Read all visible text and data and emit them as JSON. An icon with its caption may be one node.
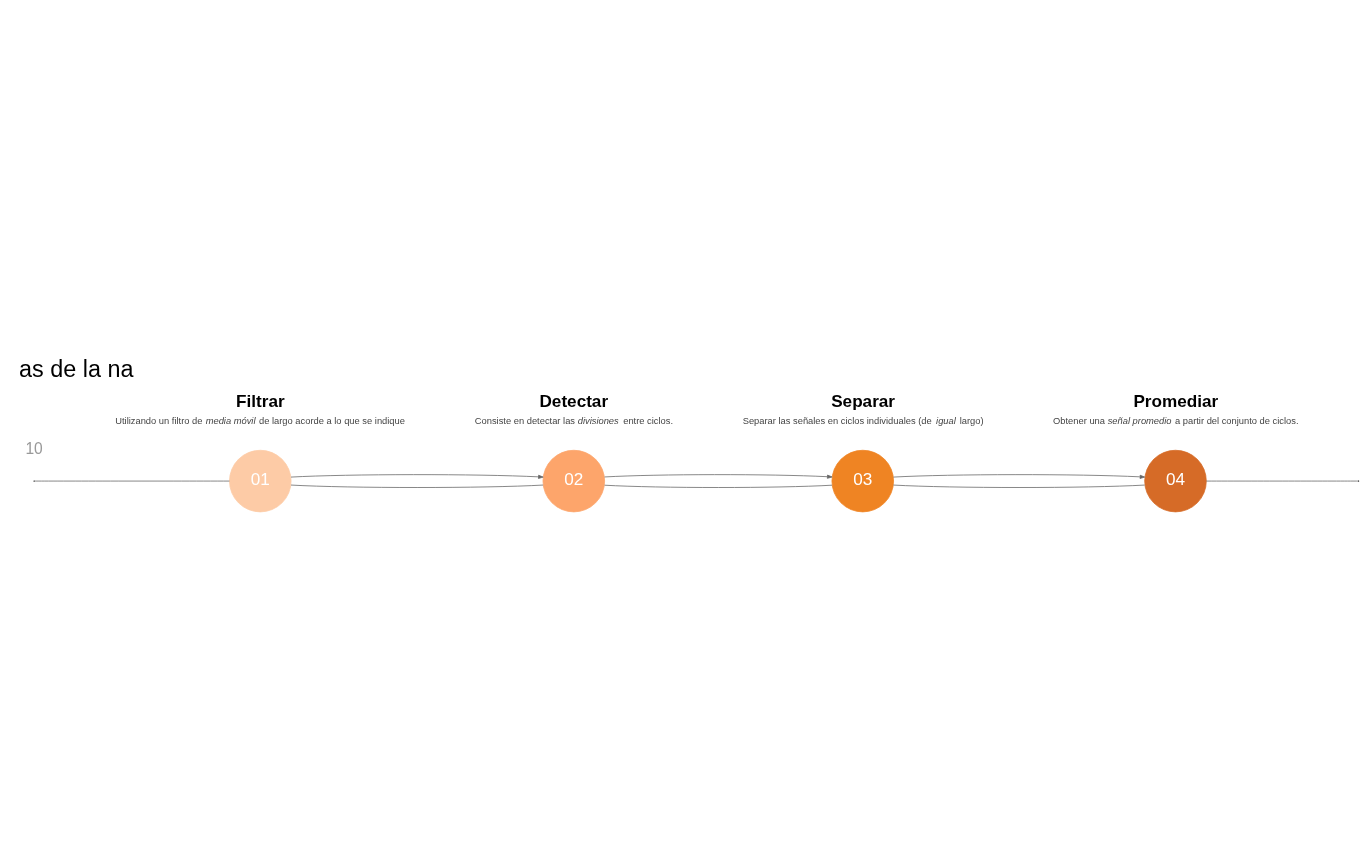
{
  "diagram": {
    "title": "as de la na",
    "nodes": [
      {
        "text": [
          "01"
        ],
        "beside": [
          "Filtrar",
          "Utilizando un filtro de *media móvil* de largo acorde a lo que se indique"
        ]
      },
      {
        "text": [
          "02"
        ],
        "beside": [
          "Detectar",
          "Consiste en detectar las *divisiones* entre ciclos."
        ]
      },
      {
        "text": [
          "03"
        ],
        "beside": [
          "Separar",
          "Separar las señales en ciclos individuales (de *igual* largo)"
        ]
      },
      {
        "text": [
          "04"
        ],
        "beside": [
          "Promediar",
          "Obtener una *señal promedio* a partir del conjunto de ciclos."
        ]
      }
    ],
    "edges": [
      {
        "from": null,
        "to": 0,
        "arrow": "none"
      },
      {
        "from": 0,
        "to": 1,
        "arrow": "none"
      },
      {
        "from": 0,
        "to": 1,
        "arrow": "to"
      },
      {
        "from": 1,
        "to": 2,
        "arrow": "none"
      },
      {
        "from": 1,
        "to": 2,
        "arrow": "to"
      },
      {
        "from": 2,
        "to": 3,
        "arrow": "none"
      },
      {
        "from": 2,
        "to": 3,
        "arrow": "to"
      },
      {
        "from": 3,
        "to": null,
        "arrow": "none"
      }
    ],
    "labels": [
      "10"
    ]
  }
}
